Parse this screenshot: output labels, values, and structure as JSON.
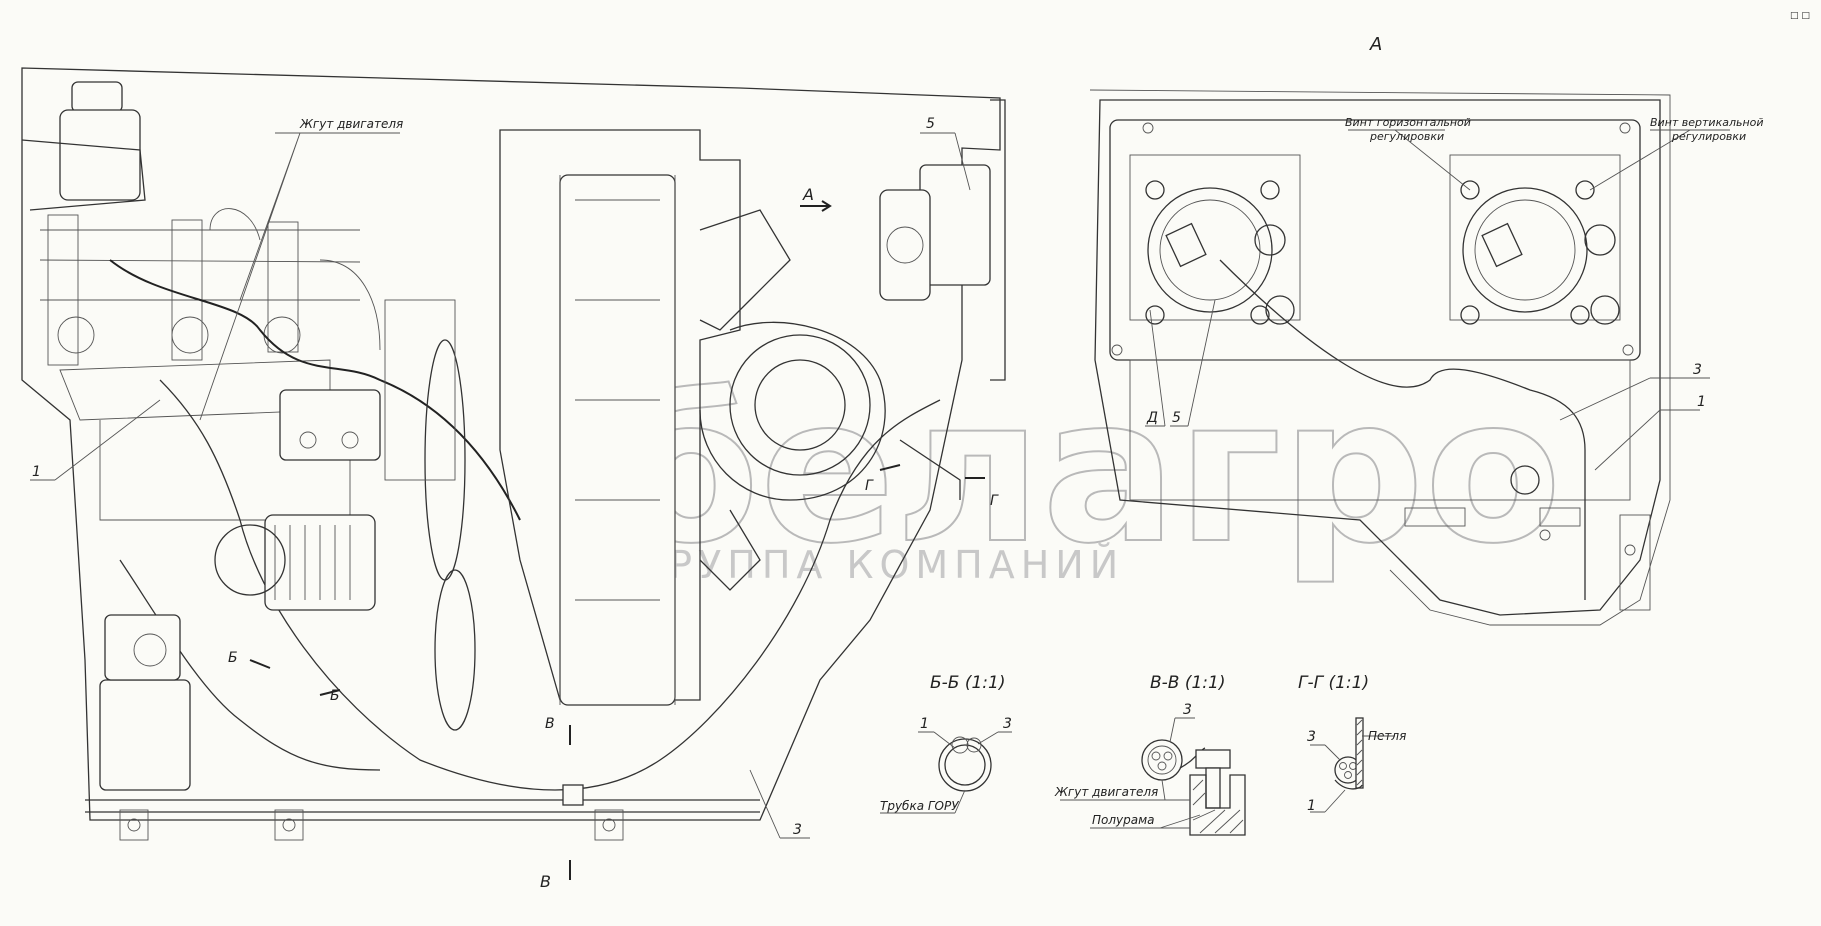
{
  "view_label": "A",
  "labels": {
    "harness_engine": "Жгут двигателя",
    "screw_horizontal": "Винт горизонтальной\nрегулировки",
    "screw_vertical": "Винт вертикальной\nрегулировки",
    "callout_1": "1",
    "callout_3": "3",
    "callout_5": "5",
    "callout_d": "Д",
    "arrow_a": "А",
    "section_b_mark": "Б",
    "section_v_mark": "В",
    "section_g_mark": "Г"
  },
  "sections": {
    "bb": {
      "title": "Б-Б (1:1)",
      "c1": "1",
      "c3": "3",
      "tube": "Трубка ГОРУ"
    },
    "vv": {
      "title": "В-В (1:1)",
      "c3": "3",
      "harness": "Жгут двигателя",
      "frame": "Полурама"
    },
    "gg": {
      "title": "Г-Г (1:1)",
      "c3": "3",
      "c1": "1",
      "loop": "Петля"
    }
  },
  "watermark": {
    "brand": "белагро",
    "subtitle": "ГРУППА КОМПАНИЙ"
  },
  "corner_note": "□ □"
}
